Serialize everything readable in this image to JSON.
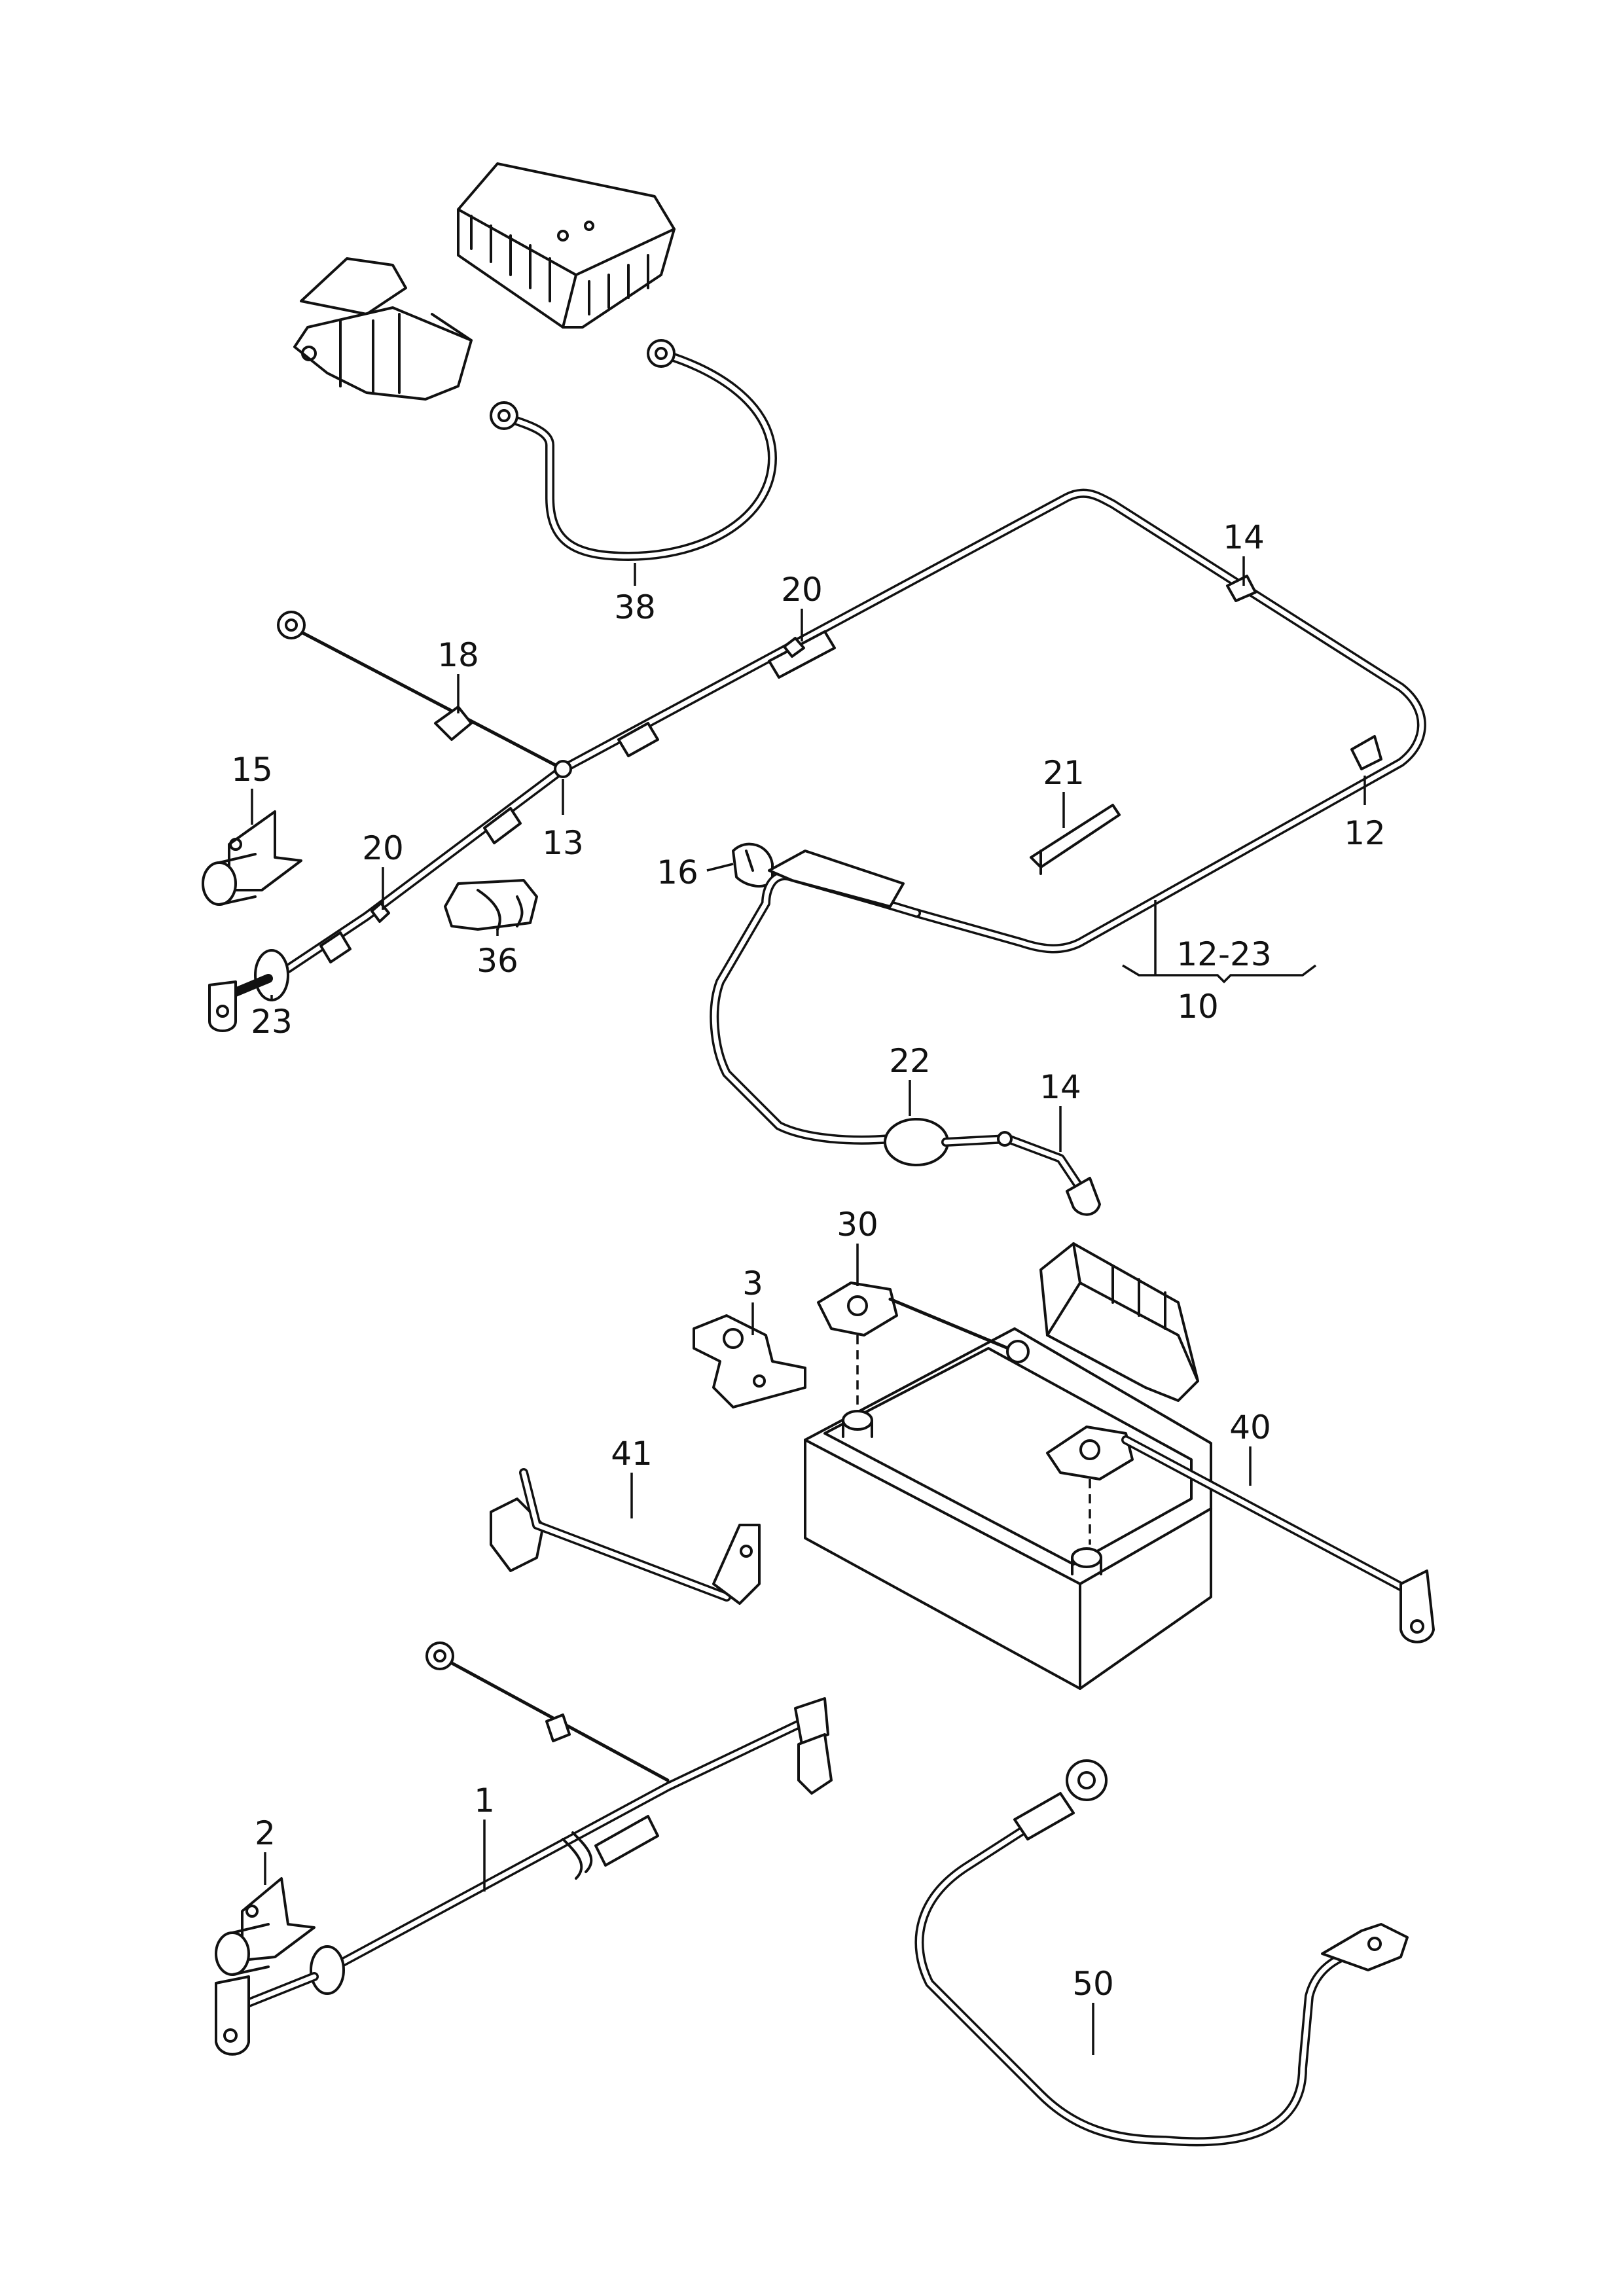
{
  "callouts": {
    "c38": "38",
    "c20a": "20",
    "c14a": "14",
    "c18": "18",
    "c15": "15",
    "c20b": "20",
    "c13": "13",
    "c12": "12",
    "c21": "21",
    "c16": "16",
    "c36": "36",
    "c23": "23",
    "c12_23": "12-23",
    "c10": "10",
    "c22": "22",
    "c14b": "14",
    "c30": "30",
    "c3": "3",
    "c40": "40",
    "c41": "41",
    "c2": "2",
    "c1": "1",
    "c50": "50"
  },
  "colors": {
    "line": "#111111",
    "background": "#ffffff"
  }
}
